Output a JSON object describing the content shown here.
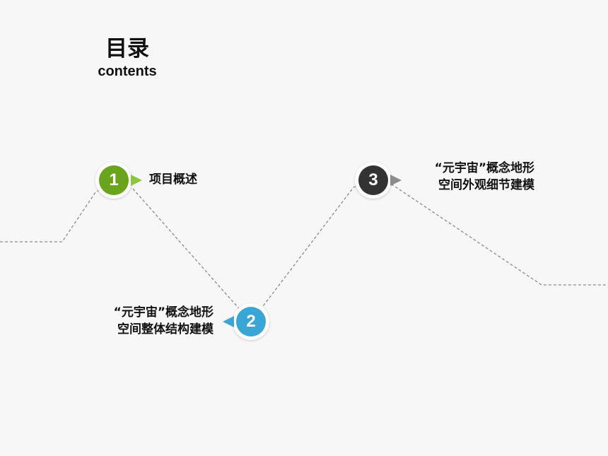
{
  "title": {
    "zh": "目录",
    "en": "contents"
  },
  "items": [
    {
      "number": "1",
      "color": "#6aa41d",
      "line1": "项目概述",
      "line2": ""
    },
    {
      "number": "2",
      "color": "#3aa6d6",
      "line1": "“元宇宙”概念地形",
      "line2": "空间整体结构建模"
    },
    {
      "number": "3",
      "color": "#333333",
      "line1": "“元宇宙”概念地形",
      "line2": "空间外观细节建模"
    }
  ],
  "colors": {
    "line": "#8a8a8a",
    "background": "#f7f7f7"
  }
}
